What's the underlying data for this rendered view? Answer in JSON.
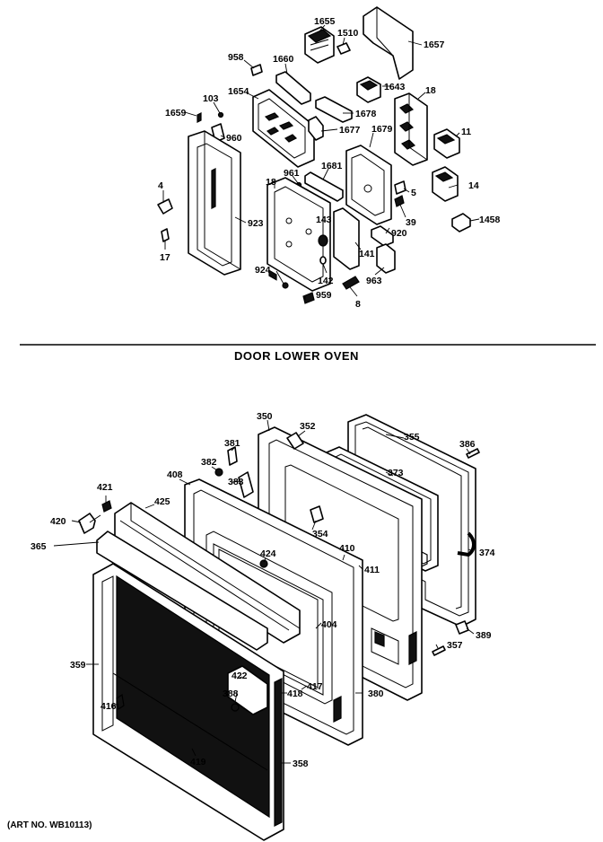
{
  "section_title": "DOOR LOWER OVEN",
  "art_number": "(ART NO. WB10113)",
  "upper_labels": {
    "p1655": "1655",
    "p1510": "1510",
    "p1657": "1657",
    "p958": "958",
    "p1660": "1660",
    "p1643": "1643",
    "p1654": "1654",
    "p103": "103",
    "p18a": "18",
    "p1678": "1678",
    "p1659": "1659",
    "p960": "960",
    "p1677": "1677",
    "p1679": "1679",
    "p11": "11",
    "p961": "961",
    "p1681": "1681",
    "p5": "5",
    "p14": "14",
    "p4": "4",
    "p18b": "18",
    "p143": "143",
    "p39": "39",
    "p1458": "1458",
    "p923": "923",
    "p920": "920",
    "p17": "17",
    "p141": "141",
    "p924": "924",
    "p142": "142",
    "p963": "963",
    "p959": "959",
    "p8": "8"
  },
  "lower_labels": {
    "p350": "350",
    "p352": "352",
    "p355": "355",
    "p386": "386",
    "p381": "381",
    "p408": "408",
    "p382": "382",
    "p383": "383",
    "p373": "373",
    "p421": "421",
    "p425": "425",
    "p354": "354",
    "p420": "420",
    "p365": "365",
    "p410": "410",
    "p374": "374",
    "p424": "424",
    "p411": "411",
    "p404": "404",
    "p389": "389",
    "p357": "357",
    "p359": "359",
    "p422": "422",
    "p388": "388",
    "p417": "417",
    "p416": "416",
    "p380": "380",
    "p419": "419",
    "p418": "418",
    "p358": "358"
  }
}
